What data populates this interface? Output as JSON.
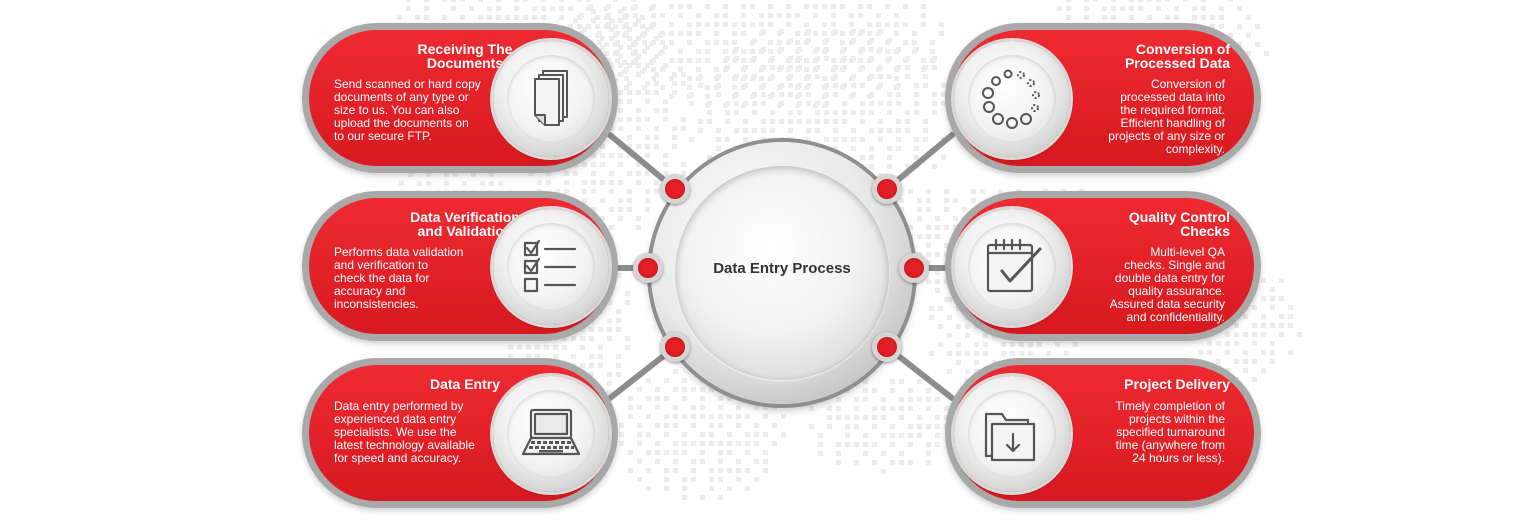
{
  "center": {
    "label": "Data Entry Process"
  },
  "colors": {
    "accent": "#d71920",
    "frame": "#a9a9a9",
    "icon": "#555555"
  },
  "steps": {
    "receiving": {
      "title": "Receiving The\nDocuments",
      "desc": "Send scanned or hard copy\ndocuments of any type or\nsize to us. You can also\nupload the documents on\nto our secure FTP.",
      "icon": "stacked-documents-icon"
    },
    "verification": {
      "title": "Data Verification\nand Validation",
      "desc": "Performs data validation\nand verification to\ncheck the data for\naccuracy and\ninconsistencies.",
      "icon": "checklist-icon"
    },
    "entry": {
      "title": "Data Entry",
      "desc": "Data entry performed by\nexperienced data entry\nspecialists. We use the\nlatest technology available\nfor speed and accuracy.",
      "icon": "laptop-icon"
    },
    "conversion": {
      "title": "Conversion of\nProcessed Data",
      "desc": "Conversion of\nprocessed data into\nthe required format.\nEfficient handling of\nprojects of any size or\ncomplexity.",
      "icon": "loading-circle-icon"
    },
    "quality": {
      "title": "Quality Control\nChecks",
      "desc": "Multi-level QA\nchecks. Single and\ndouble data entry for\nquality assurance.\nAssured data security\nand confidentiality.",
      "icon": "calendar-check-icon"
    },
    "delivery": {
      "title": "Project Delivery",
      "desc": "Timely completion of\nprojects within the\nspecified turnaround\ntime (anywhere from\n24 hours or less).",
      "icon": "folder-download-icon"
    }
  }
}
